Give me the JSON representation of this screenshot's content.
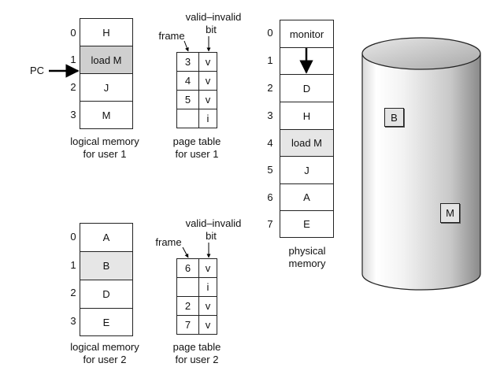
{
  "user1": {
    "logical_memory": [
      {
        "index": "0",
        "content": "H"
      },
      {
        "index": "1",
        "content": "load M"
      },
      {
        "index": "2",
        "content": "J"
      },
      {
        "index": "3",
        "content": "M"
      }
    ],
    "pc_label": "PC",
    "memory_caption": [
      "logical memory",
      "for user 1"
    ],
    "page_table": [
      {
        "frame": "3",
        "bit": "v"
      },
      {
        "frame": "4",
        "bit": "v"
      },
      {
        "frame": "5",
        "bit": "v"
      },
      {
        "frame": "",
        "bit": "i"
      }
    ],
    "frame_label": "frame",
    "valid_invalid_label": [
      "valid–invalid",
      "bit"
    ],
    "page_table_caption": [
      "page table",
      "for user 1"
    ]
  },
  "user2": {
    "logical_memory": [
      {
        "index": "0",
        "content": "A"
      },
      {
        "index": "1",
        "content": "B"
      },
      {
        "index": "2",
        "content": "D"
      },
      {
        "index": "3",
        "content": "E"
      }
    ],
    "memory_caption": [
      "logical memory",
      "for user 2"
    ],
    "page_table": [
      {
        "frame": "6",
        "bit": "v"
      },
      {
        "frame": "",
        "bit": "i"
      },
      {
        "frame": "2",
        "bit": "v"
      },
      {
        "frame": "7",
        "bit": "v"
      }
    ],
    "frame_label": "frame",
    "valid_invalid_label": [
      "valid–invalid",
      "bit"
    ],
    "page_table_caption": [
      "page table",
      "for user 2"
    ]
  },
  "physical_memory": {
    "frames": [
      {
        "index": "0",
        "content": "monitor"
      },
      {
        "index": "1",
        "content": ""
      },
      {
        "index": "2",
        "content": "D"
      },
      {
        "index": "3",
        "content": "H"
      },
      {
        "index": "4",
        "content": "load M"
      },
      {
        "index": "5",
        "content": "J"
      },
      {
        "index": "6",
        "content": "A"
      },
      {
        "index": "7",
        "content": "E"
      }
    ],
    "caption": [
      "physical",
      "memory"
    ]
  },
  "disk": {
    "items": [
      "B",
      "M"
    ]
  }
}
